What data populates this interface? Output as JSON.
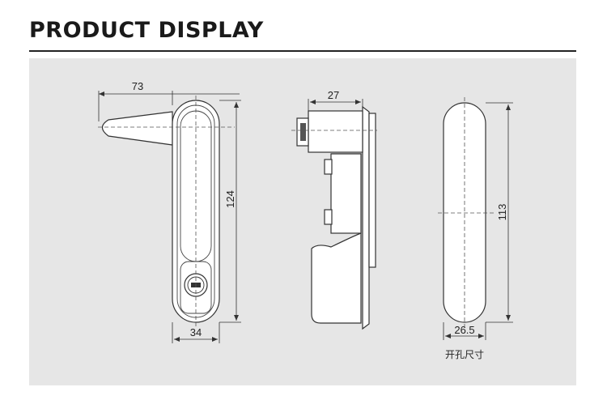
{
  "header": {
    "title": "PRODUCT DISPLAY"
  },
  "drawing": {
    "front_view": {
      "dim_width_top": "73",
      "dim_height": "124",
      "dim_width_bottom": "34"
    },
    "side_view": {
      "dim_depth": "27"
    },
    "cutout_view": {
      "dim_height": "113",
      "dim_width": "26.5",
      "caption": "开孔尺寸"
    }
  },
  "colors": {
    "panel_bg": "#e6e6e6",
    "line": "#333333",
    "rule": "#222222"
  }
}
